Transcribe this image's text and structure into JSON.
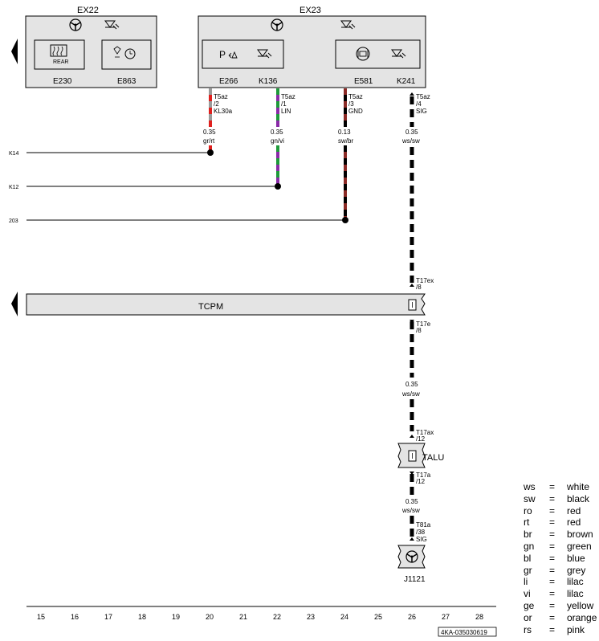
{
  "colors": {
    "box_fill": "#e4e4e4",
    "red": "#e0201e",
    "green": "#1e9a3a",
    "violet": "#8a2aa8",
    "grey": "#9a9a9a",
    "brown": "#8b2a26",
    "black": "#000000"
  },
  "modules": {
    "ex22": {
      "title": "EX22",
      "header_icons": [
        "steering-wheel-icon",
        "illumination-icon"
      ],
      "e230": {
        "label": "E230",
        "icon_text": "REAR",
        "icon": "rear-defrost-icon"
      },
      "e863": {
        "label": "E863",
        "icon": "heated-seat-clock-icon"
      }
    },
    "ex23": {
      "title": "EX23",
      "header_icons": [
        "steering-wheel-icon",
        "illumination-icon"
      ],
      "e266": {
        "label": "E266",
        "icon_text": "P",
        "icon": "park-assist-icon"
      },
      "k136": {
        "label": "K136",
        "icon": "illumination-icon"
      },
      "e581": {
        "label": "E581",
        "icon": "lane-assist-icon"
      },
      "k241": {
        "label": "K241",
        "icon": "illumination-icon"
      }
    },
    "tcpm": {
      "label": "TCPM"
    },
    "talu": {
      "label": "TALU"
    },
    "j1121": {
      "label": "J1121",
      "icon": "steering-wheel-icon"
    }
  },
  "wires": [
    {
      "connector": "T5az",
      "pin": "/2",
      "signal": "KL30a",
      "gauge": "0.35",
      "color": "gr/rt"
    },
    {
      "connector": "T5az",
      "pin": "/1",
      "signal": "LIN",
      "gauge": "0.35",
      "color": "gn/vi"
    },
    {
      "connector": "T5az",
      "pin": "/3",
      "signal": "GND",
      "gauge": "0.13",
      "color": "sw/br"
    },
    {
      "connector": "T5az",
      "pin": "/4",
      "signal": "SIG",
      "gauge": "0.35",
      "color": "ws/sw"
    }
  ],
  "references": [
    "K14",
    "K12",
    "203"
  ],
  "connectors": {
    "t17ex": {
      "name": "T17ex",
      "pin": "/8"
    },
    "t17e": {
      "name": "T17e",
      "pin": "/8"
    },
    "wire_mid": {
      "gauge": "0.35",
      "color": "ws/sw"
    },
    "t17ax": {
      "name": "T17ax",
      "pin": "/12"
    },
    "t17a": {
      "name": "T17a",
      "pin": "/12"
    },
    "wire_low": {
      "gauge": "0.35",
      "color": "ws/sw"
    },
    "t81a": {
      "name": "T81a",
      "pin": "/38",
      "signal": "SIG"
    }
  },
  "grid_numbers": [
    "15",
    "16",
    "17",
    "18",
    "19",
    "20",
    "21",
    "22",
    "23",
    "24",
    "25",
    "26",
    "27",
    "28"
  ],
  "doc_id": "4KA-035030619",
  "legend": [
    {
      "abbr": "ws",
      "eq": "=",
      "color": "white"
    },
    {
      "abbr": "sw",
      "eq": "=",
      "color": "black"
    },
    {
      "abbr": "ro",
      "eq": "=",
      "color": "red"
    },
    {
      "abbr": "rt",
      "eq": "=",
      "color": "red"
    },
    {
      "abbr": "br",
      "eq": "=",
      "color": "brown"
    },
    {
      "abbr": "gn",
      "eq": "=",
      "color": "green"
    },
    {
      "abbr": "bl",
      "eq": "=",
      "color": "blue"
    },
    {
      "abbr": "gr",
      "eq": "=",
      "color": "grey"
    },
    {
      "abbr": "li",
      "eq": "=",
      "color": "lilac"
    },
    {
      "abbr": "vi",
      "eq": "=",
      "color": "lilac"
    },
    {
      "abbr": "ge",
      "eq": "=",
      "color": "yellow"
    },
    {
      "abbr": "or",
      "eq": "=",
      "color": "orange"
    },
    {
      "abbr": "rs",
      "eq": "=",
      "color": "pink"
    }
  ]
}
